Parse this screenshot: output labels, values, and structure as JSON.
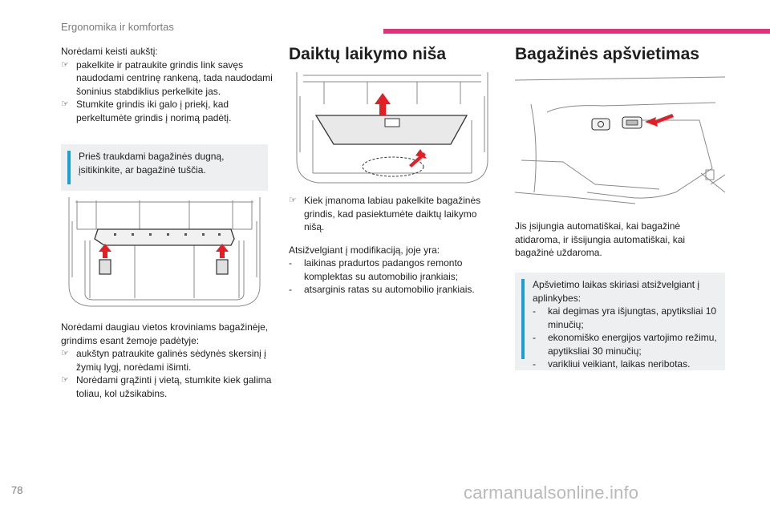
{
  "header": {
    "section_title": "Ergonomika ir komfortas",
    "accent_color": "#e5317a"
  },
  "col1": {
    "intro": "Norėdami keisti aukštį:",
    "steps1": [
      "pakelkite ir patraukite grindis link savęs naudodami centrinę rankeną, tada naudodami šoninius stabdiklius perkelkite jas.",
      "Stumkite grindis iki galo į priekį, kad perkeltumėte grindis į norimą padėtį."
    ],
    "note": "Prieš traukdami bagažinės dugną, įsitikinkite, ar bagažinė tuščia.",
    "para2": "Norėdami daugiau vietos kroviniams bagažinėje, grindims esant žemoje padėtyje:",
    "steps2": [
      "aukštyn patraukite galinės sėdynės skersinį į žymių lygį, norėdami išimti.",
      "Norėdami grąžinti į vietą, stumkite kiek galima toliau, kol užsikabins."
    ]
  },
  "col2": {
    "title": "Daiktų laikymo niša",
    "step": "Kiek įmanoma labiau pakelkite bagažinės grindis, kad pasiektumėte daiktų laikymo nišą.",
    "para": "Atsižvelgiant į modifikaciją, joje yra:",
    "items": [
      "laikinas pradurtos padangos remonto komplektas su automobilio įrankiais;",
      "atsarginis ratas su automobilio įrankiais."
    ]
  },
  "col3": {
    "title": "Bagažinės apšvietimas",
    "para": "Jis įsijungia automatiškai, kai bagažinė atidaroma, ir išsijungia automatiškai, kai bagažinė uždaroma.",
    "note_intro": "Apšvietimo laikas skiriasi atsižvelgiant į aplinkybes:",
    "note_items": [
      "kai degimas yra išjungtas, apytiksliai 10 minučių;",
      "ekonomiško energijos vartojimo režimu, apytiksliai 30 minučių;",
      "varikliui veikiant, laikas neribotas."
    ]
  },
  "icons": {
    "step_bullet": "pointing-finger-icon",
    "note_marker": "info-bar-icon"
  },
  "colors": {
    "note_bar": "#1aa0d6",
    "note_bg": "#eeeff0",
    "arrow": "#e31e24"
  },
  "page_number": "78",
  "watermark": "carmanualsonline.info"
}
